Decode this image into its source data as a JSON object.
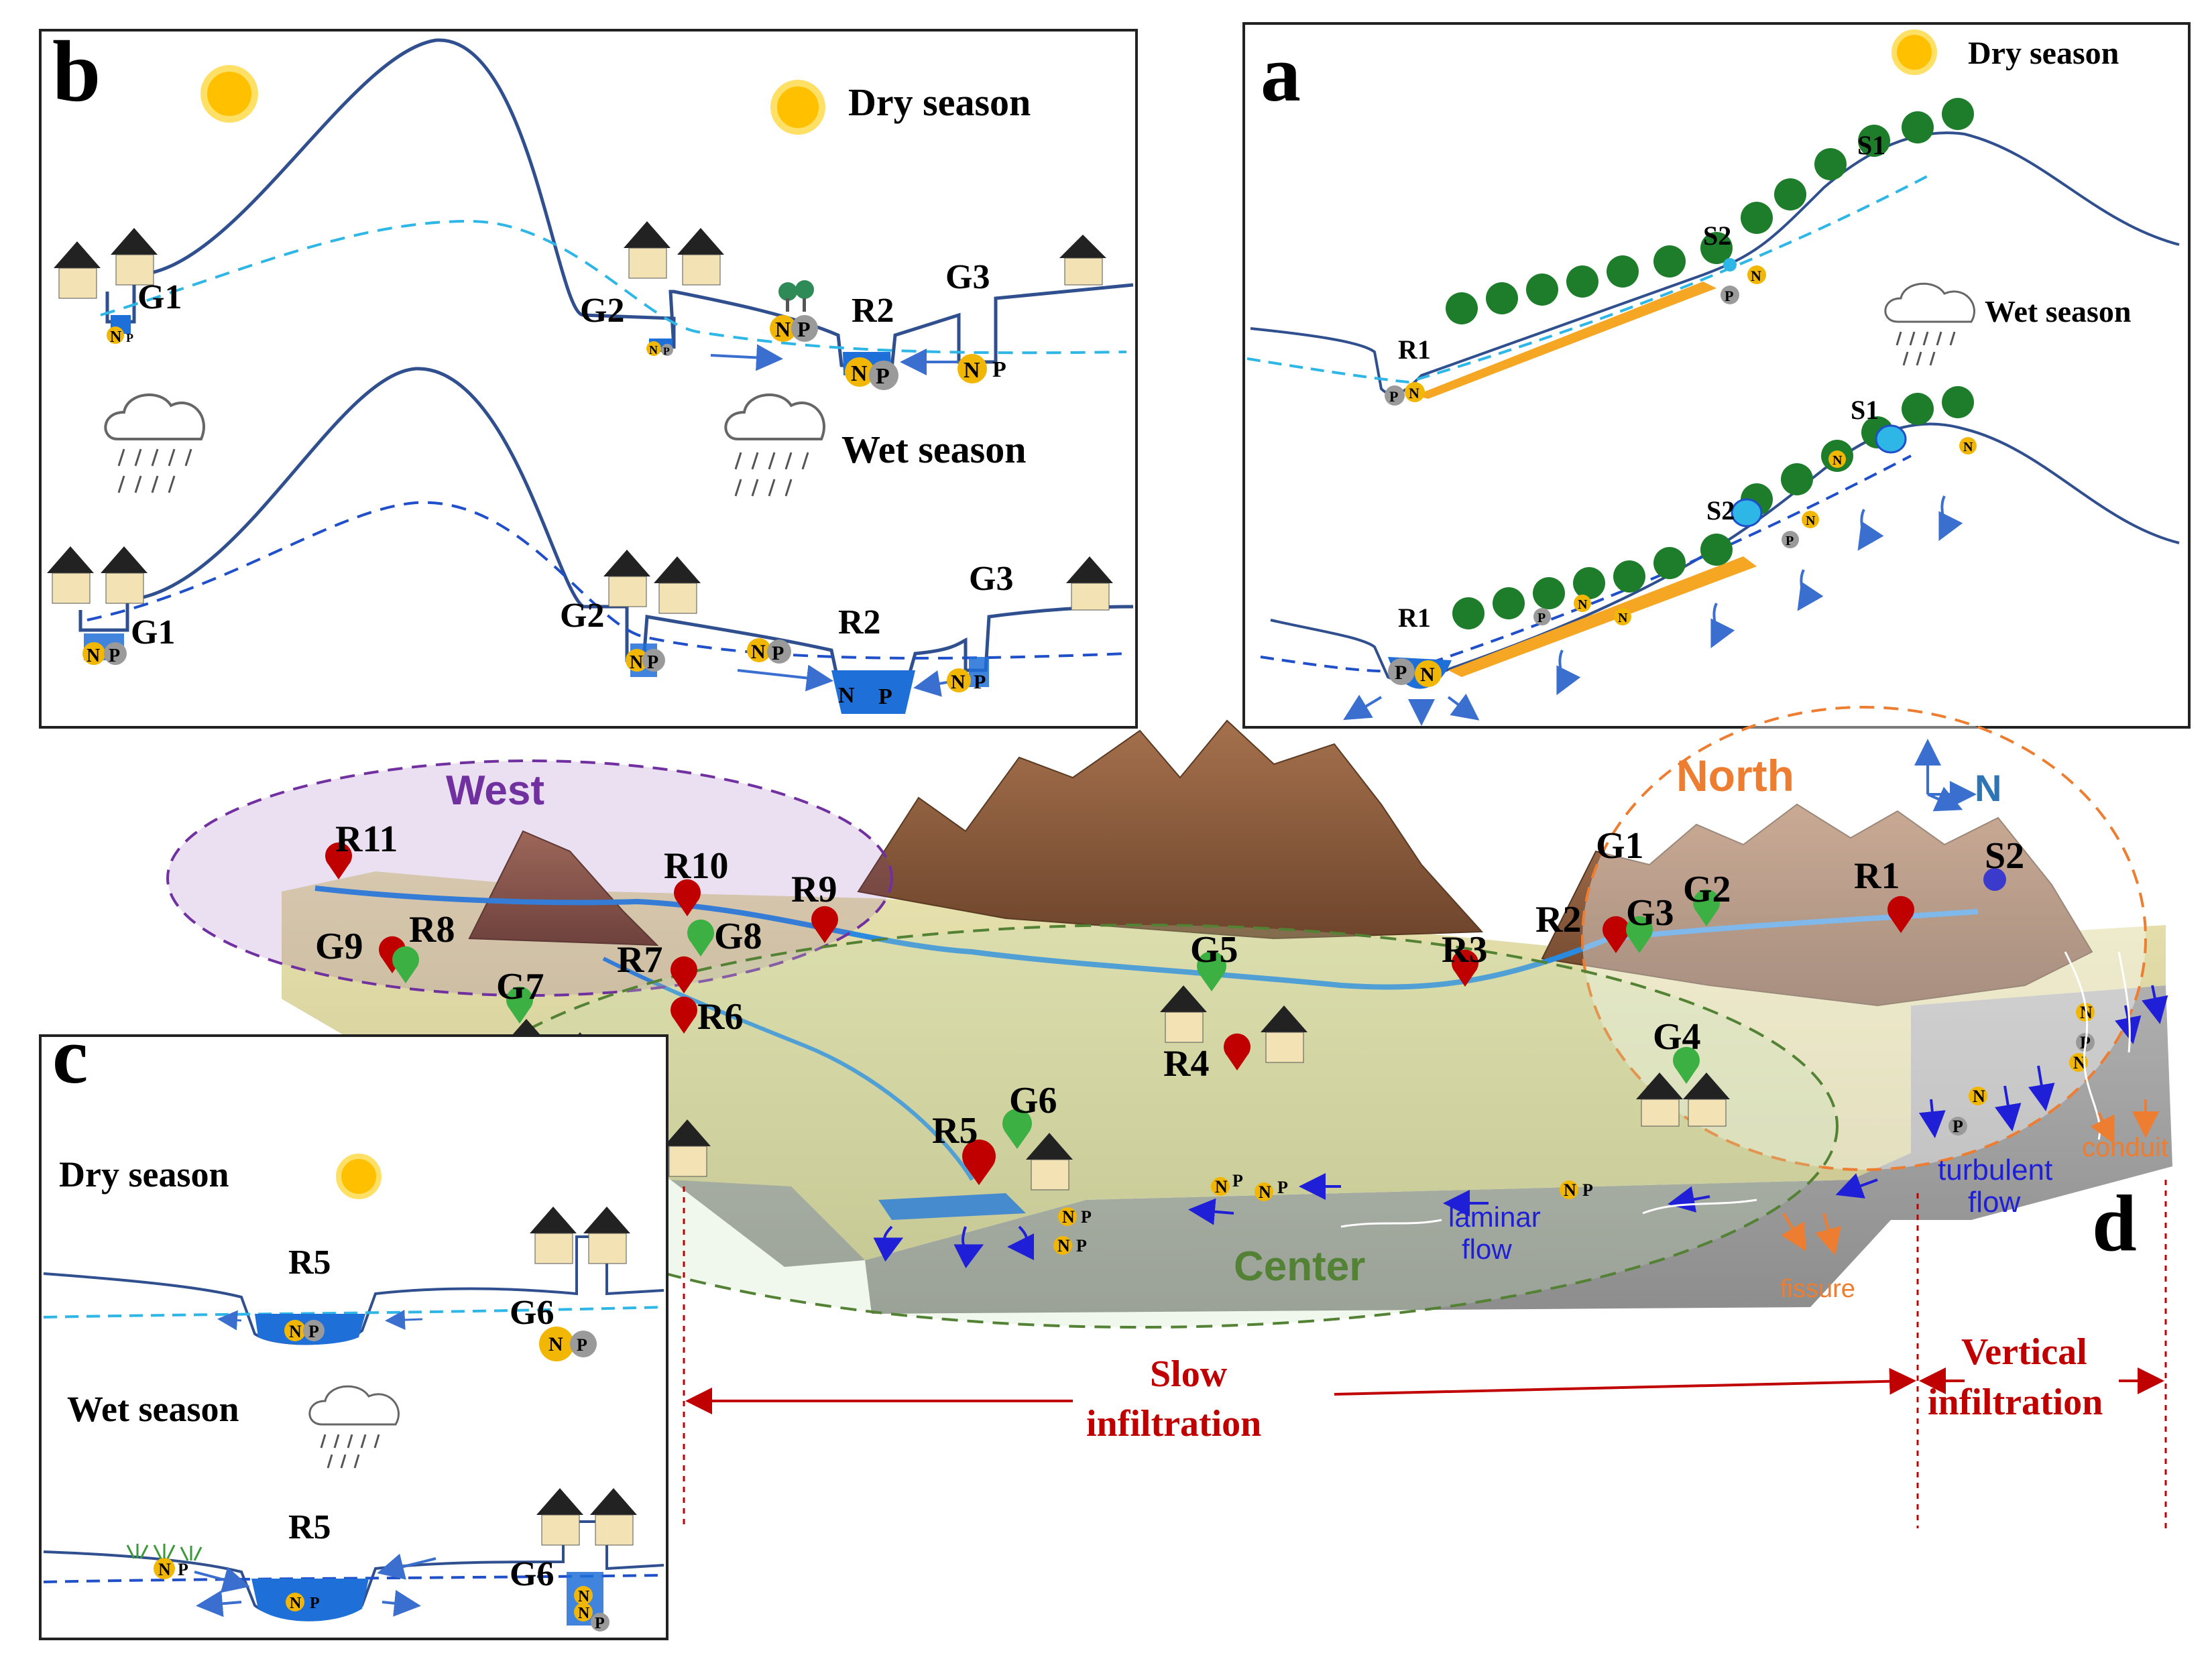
{
  "panels": {
    "a": {
      "letter": "a",
      "dry_label": "Dry season",
      "wet_label": "Wet season",
      "sites": {
        "s1": "S1",
        "s2": "S2",
        "r1": "R1"
      }
    },
    "b": {
      "letter": "b",
      "dry_label": "Dry season",
      "wet_label": "Wet season",
      "sites": {
        "g1": "G1",
        "g2": "G2",
        "r2": "R2",
        "g3": "G3"
      }
    },
    "c": {
      "letter": "c",
      "dry_label": "Dry season",
      "wet_label": "Wet season",
      "sites": {
        "r5": "R5",
        "g6": "G6"
      }
    },
    "d": {
      "letter": "d",
      "regions": {
        "west": "West",
        "north": "North",
        "center": "Center"
      },
      "compass": "N",
      "sites": {
        "r1": "R1",
        "r2": "R2",
        "r3": "R3",
        "r4": "R4",
        "r5": "R5",
        "r6": "R6",
        "r7": "R7",
        "r8": "R8",
        "r9": "R9",
        "r10": "R10",
        "r11": "R11",
        "g1": "G1",
        "g2": "G2",
        "g3": "G3",
        "g4": "G4",
        "g5": "G5",
        "g6": "G6",
        "g7": "G7",
        "g8": "G8",
        "g9": "G9",
        "s2": "S2"
      },
      "flow_labels": {
        "laminar_1": "laminar",
        "laminar_2": "flow",
        "turbulent_1": "turbulent",
        "turbulent_2": "flow",
        "fissure": "fissure",
        "conduit": "conduit"
      },
      "infiltration": {
        "slow_1": "Slow",
        "slow_2": "infiltration",
        "vertical_1": "Vertical",
        "vertical_2": "infiltration"
      }
    }
  },
  "nutrients": {
    "n": "N",
    "p": "P"
  },
  "colors": {
    "terrain_line": "#2f4f8f",
    "groundwater_dry": "#2eb7e6",
    "groundwater_wet": "#1f4fc9",
    "water": "#1e6fd8",
    "n_badge": "#f2b705",
    "p_badge": "#9a9a9a",
    "sun": "#ffc000",
    "west_region": "#7030a0",
    "north_region": "#ed7d31",
    "center_region": "#548235",
    "river_marker": "#c00000",
    "well_marker": "#3cb043",
    "infiltration": "#c00000",
    "flow_arrow": "#1f1fd8",
    "mountain": "#8b5a3c"
  }
}
